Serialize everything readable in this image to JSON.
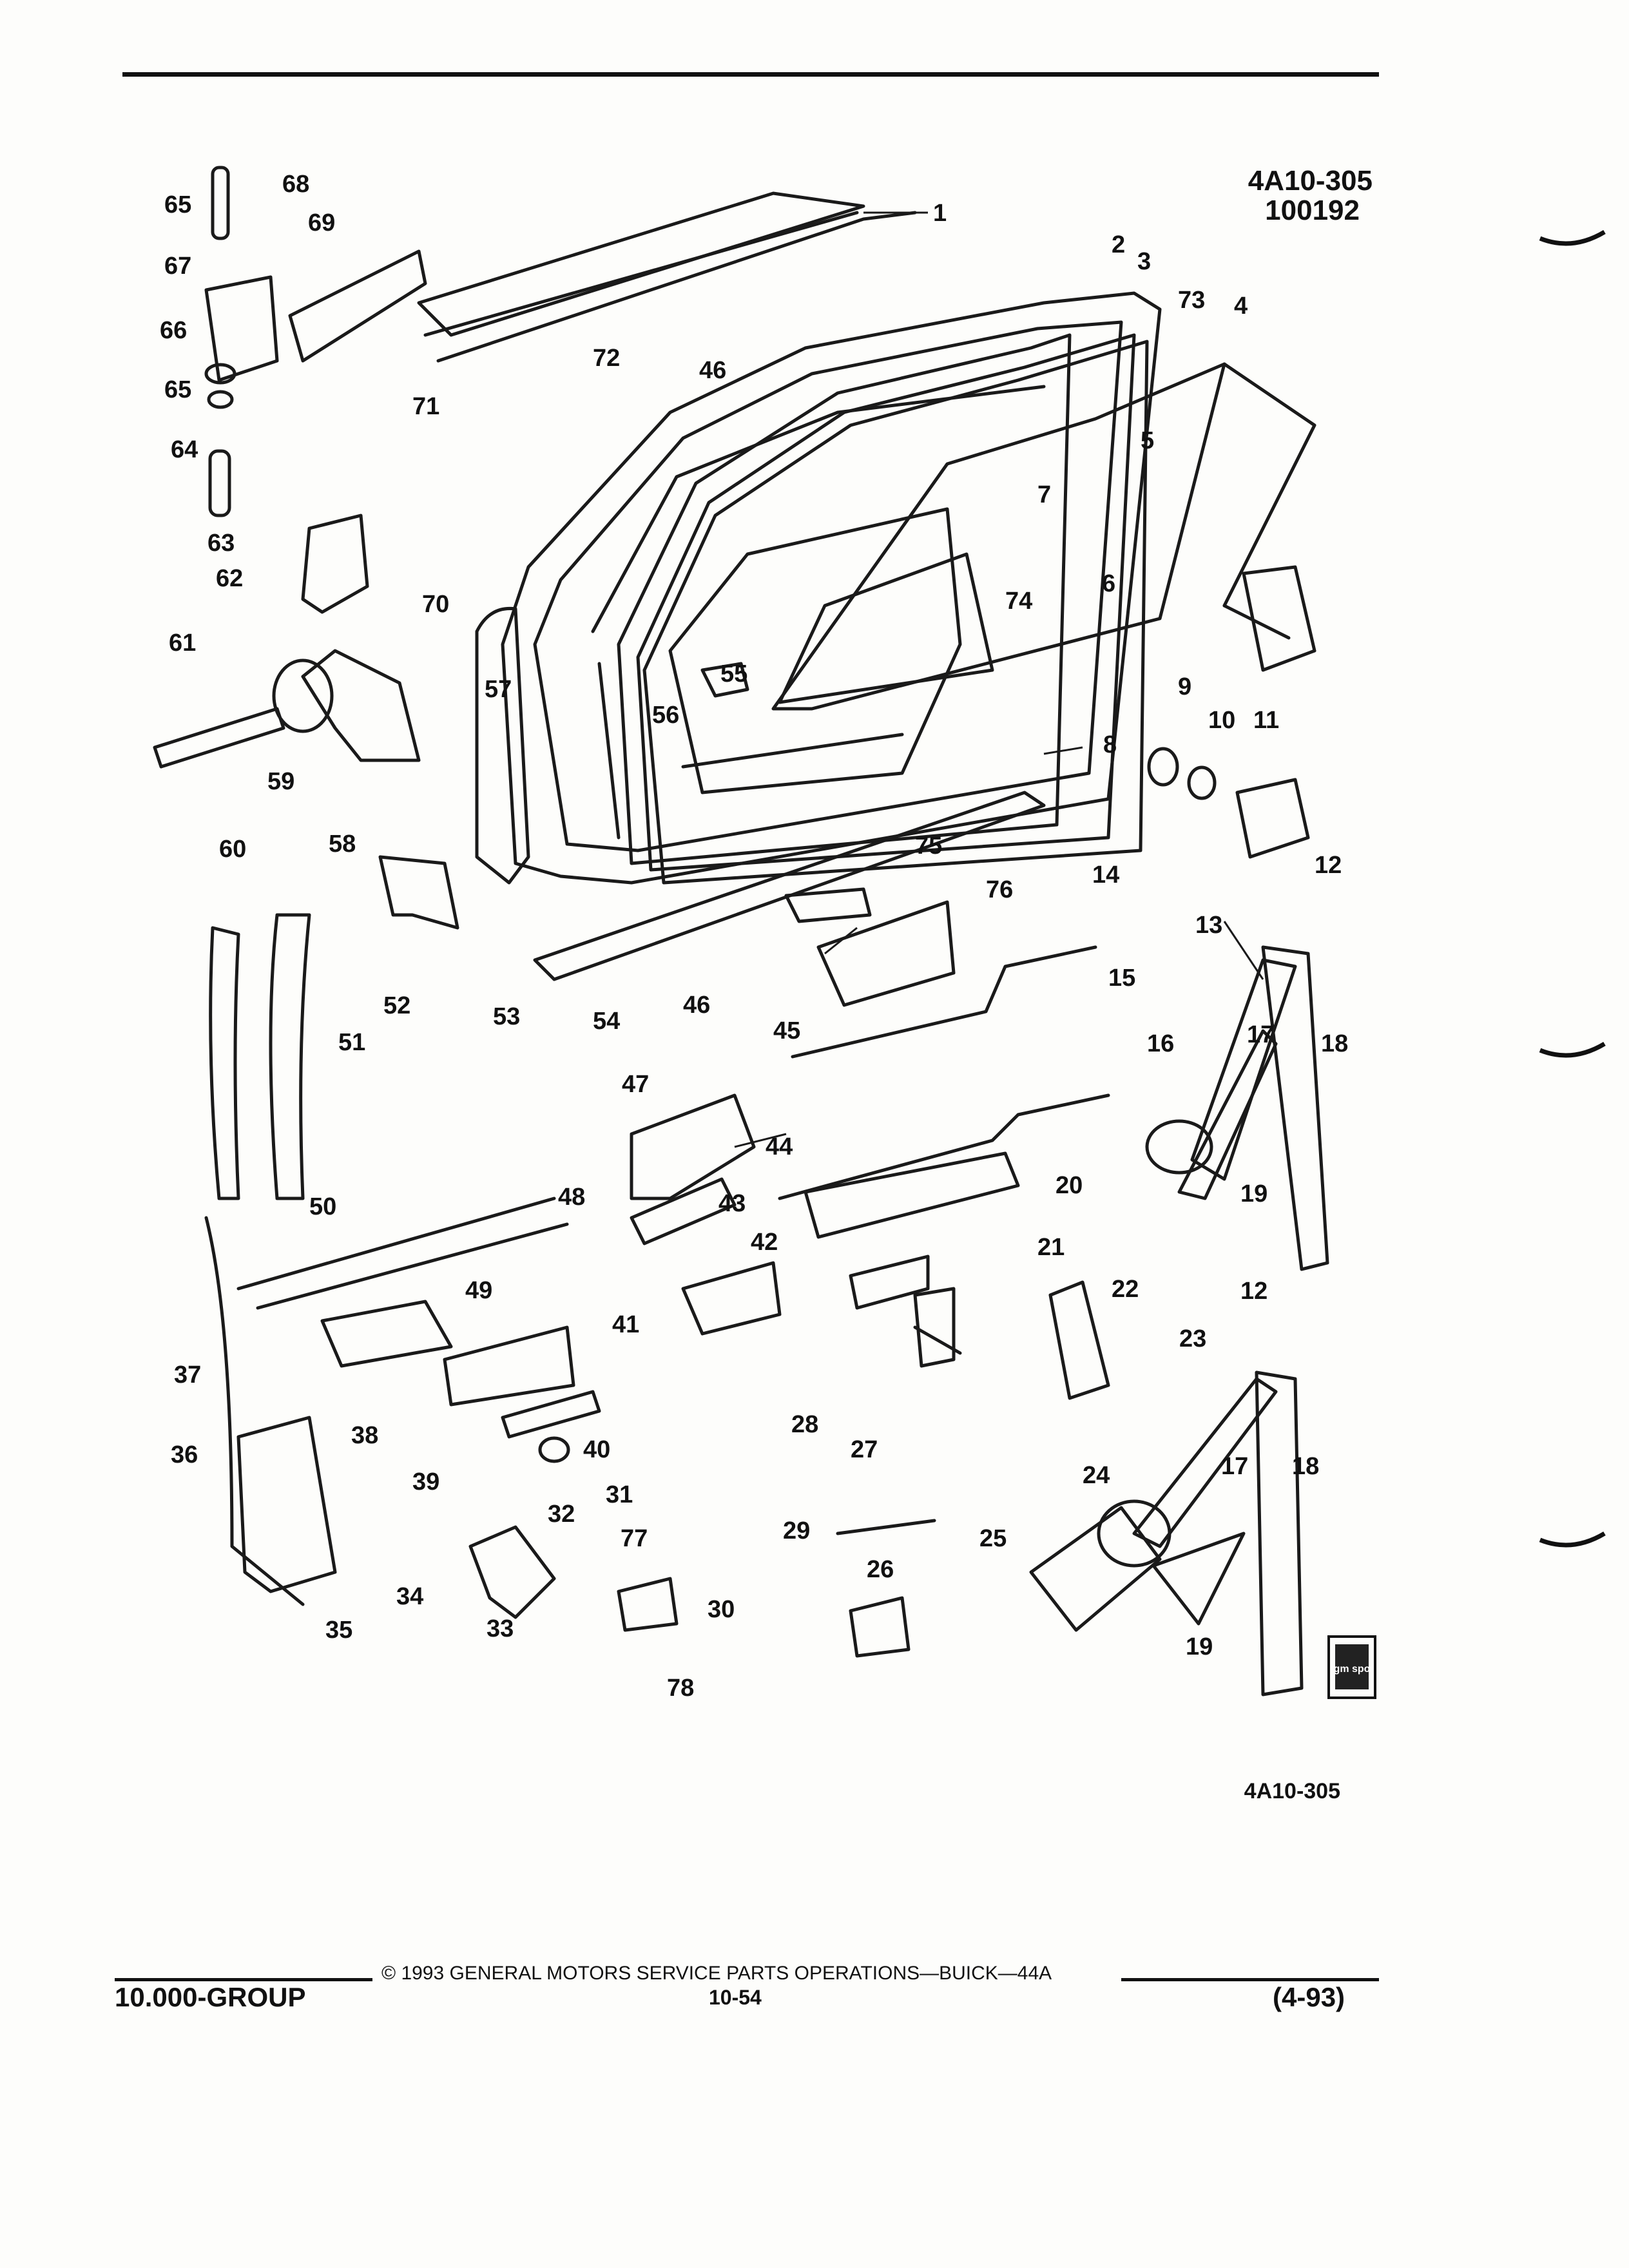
{
  "header": {
    "figure_code": "4A10-305",
    "figure_date": "100192"
  },
  "diagram": {
    "bottom_code": "4A10-305",
    "callouts": [
      "1",
      "2",
      "3",
      "4",
      "5",
      "6",
      "7",
      "8",
      "9",
      "10",
      "11",
      "12",
      "12",
      "13",
      "14",
      "15",
      "16",
      "17",
      "17",
      "18",
      "18",
      "19",
      "19",
      "20",
      "21",
      "22",
      "23",
      "24",
      "25",
      "26",
      "27",
      "28",
      "29",
      "30",
      "31",
      "32",
      "33",
      "34",
      "35",
      "36",
      "37",
      "38",
      "39",
      "40",
      "41",
      "42",
      "43",
      "44",
      "45",
      "46",
      "46",
      "47",
      "48",
      "49",
      "50",
      "51",
      "52",
      "53",
      "54",
      "55",
      "56",
      "57",
      "58",
      "59",
      "60",
      "61",
      "62",
      "63",
      "64",
      "65",
      "65",
      "66",
      "67",
      "68",
      "69",
      "70",
      "71",
      "72",
      "73",
      "74",
      "75",
      "76",
      "77",
      "78"
    ],
    "badge_text": "gm spo"
  },
  "footer": {
    "copyright": "© 1993 GENERAL MOTORS SERVICE PARTS OPERATIONS—BUICK—44A",
    "group": "10.000-GROUP",
    "page_number": "10-54",
    "revision": "(4-93)"
  }
}
